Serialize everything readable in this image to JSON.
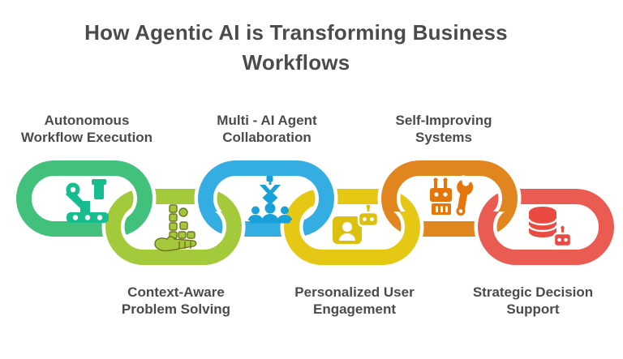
{
  "title": {
    "line1": "How Agentic AI is Transforming Business",
    "line2": "Workflows"
  },
  "colors": {
    "background": "#ffffff",
    "title_text": "#4b4b4d",
    "label_text": "#4a4b4c",
    "link_outline": "#ffffff"
  },
  "chain": {
    "links": [
      {
        "label_line1": "Autonomous",
        "label_line2": "Workflow Execution",
        "label_position": "top",
        "color": "#42c17c",
        "icon": "robot-arm-icon",
        "icon_color": "#17bd8e"
      },
      {
        "label_line1": "Context-Aware",
        "label_line2": "Problem Solving",
        "label_position": "bottom",
        "color": "#a2ca3b",
        "icon": "hand-blocks-icon",
        "icon_color": "#a3c93a",
        "icon_stroke": "#6f7320"
      },
      {
        "label_line1": "Multi - AI Agent",
        "label_line2": "Collaboration",
        "label_position": "top",
        "color": "#33ade2",
        "icon": "team-hierarchy-icon",
        "icon_color": "#18a0d8"
      },
      {
        "label_line1": "Personalized User",
        "label_line2": "Engagement",
        "label_position": "bottom",
        "color": "#e5c813",
        "icon": "user-card-bot-icon",
        "icon_color": "#dcc00e"
      },
      {
        "label_line1": "Self-Improving",
        "label_line2": "Systems",
        "label_position": "top",
        "color": "#e1861e",
        "icon": "robot-wrench-icon",
        "icon_color": "#e5760b"
      },
      {
        "label_line1": "Strategic Decision",
        "label_line2": "Support",
        "label_position": "bottom",
        "color": "#ea5b52",
        "icon": "database-bot-icon",
        "icon_color": "#e94b42"
      }
    ]
  }
}
